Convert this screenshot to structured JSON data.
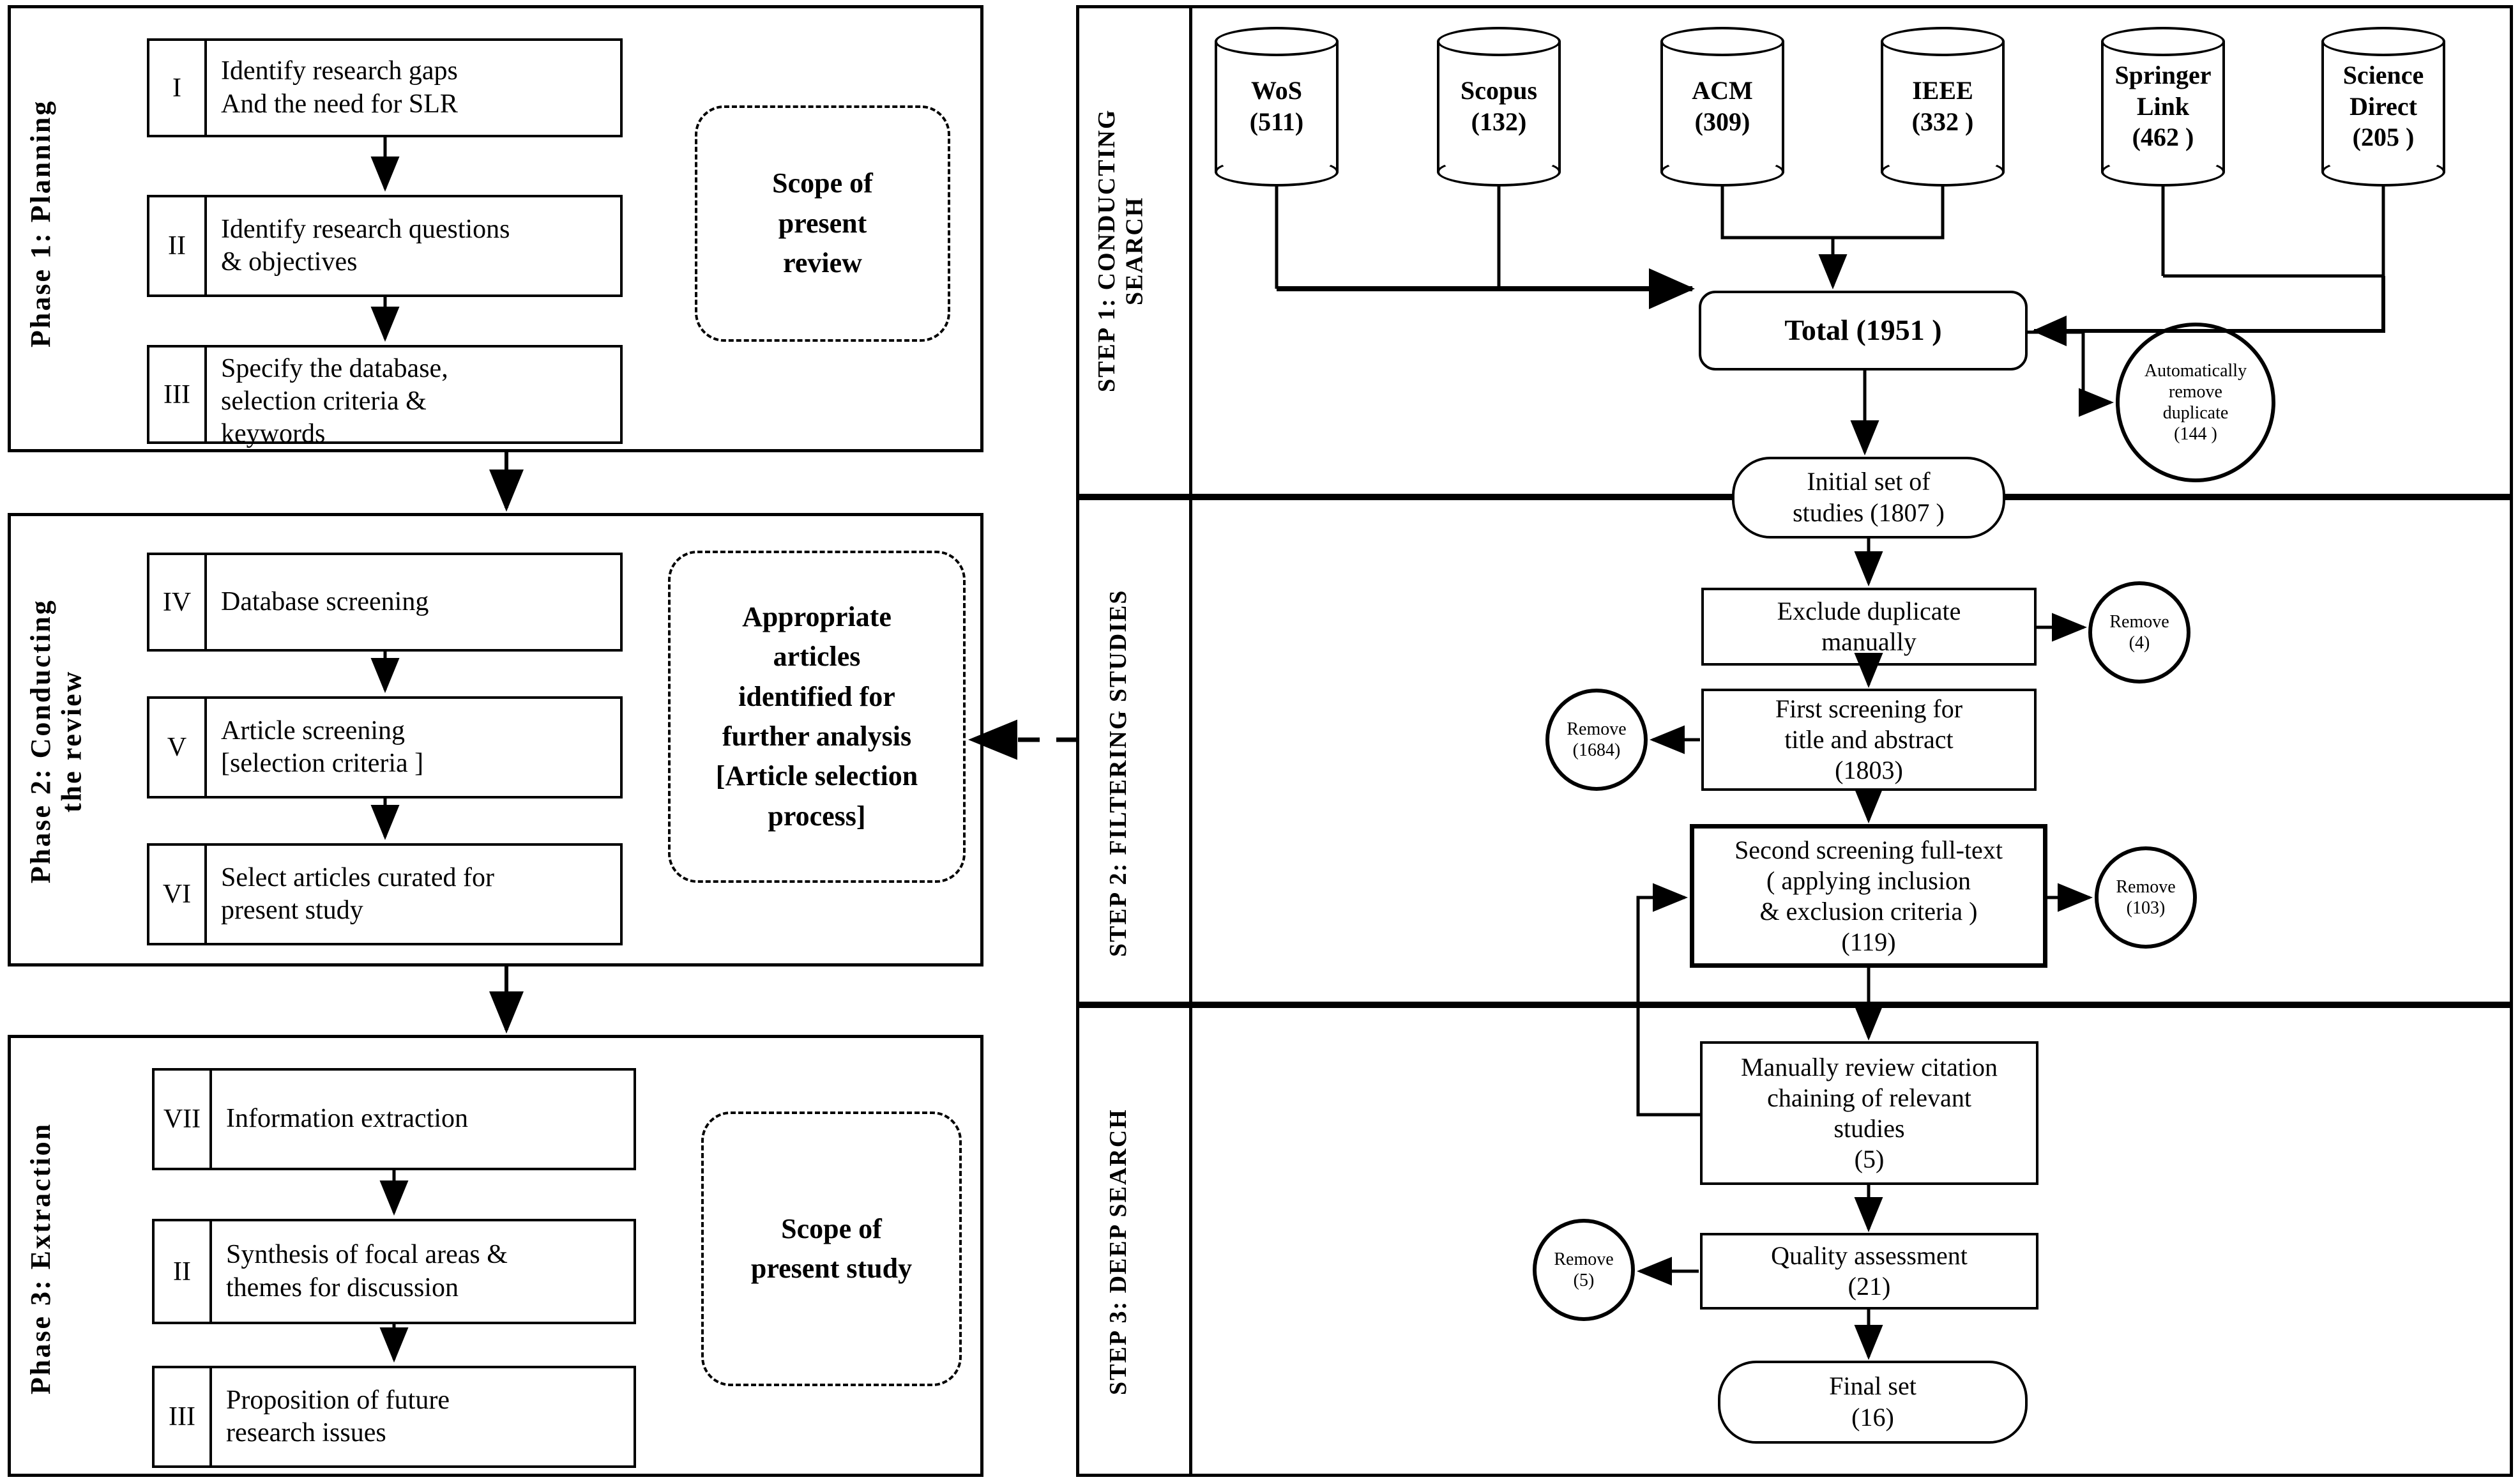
{
  "left_panel": {
    "phases": [
      {
        "label": "Phase 1: Planning",
        "steps": [
          {
            "num": "I",
            "text": "Identify research gaps\nAnd the need for SLR"
          },
          {
            "num": "II",
            "text": "Identify research questions\n& objectives"
          },
          {
            "num": "III",
            "text": "Specify the database,\nselection criteria &\nkeywords"
          }
        ],
        "scope": "Scope of\npresent\nreview"
      },
      {
        "label": "Phase 2: Conducting\nthe review",
        "steps": [
          {
            "num": "IV",
            "text": "Database screening"
          },
          {
            "num": "V",
            "text": "Article screening\n[selection criteria ]"
          },
          {
            "num": "VI",
            "text": "Select articles curated for\npresent study"
          }
        ],
        "scope": "Appropriate\narticles\nidentified for\nfurther analysis\n[Article selection\nprocess]"
      },
      {
        "label": "Phase 3: Extraction",
        "steps": [
          {
            "num": "VII",
            "text": "Information extraction"
          },
          {
            "num": "II",
            "text": "Synthesis of focal areas &\nthemes for discussion"
          },
          {
            "num": "III",
            "text": "Proposition of future\nresearch issues"
          }
        ],
        "scope": "Scope of\npresent study"
      }
    ]
  },
  "right_panel": {
    "steps": [
      {
        "label": "STEP 1: CONDUCTING\nSEARCH"
      },
      {
        "label": "STEP 2: FILTERING STUDIES"
      },
      {
        "label": "STEP 3: DEEP SEARCH"
      }
    ],
    "databases": [
      {
        "name": "WoS",
        "count": "(511)"
      },
      {
        "name": "Scopus",
        "count": "(132)"
      },
      {
        "name": "ACM",
        "count": "(309)"
      },
      {
        "name": "IEEE",
        "count": "(332 )"
      },
      {
        "name": "Springer\nLink",
        "count": "(462 )"
      },
      {
        "name": "Science\nDirect",
        "count": "(205 )"
      }
    ],
    "total_box": "Total (1951 )",
    "auto_remove_circle": "Automatically\nremove\nduplicate\n(144  )",
    "initial_set": "Initial set of\nstudies (1807 )",
    "exclude_duplicate": "Exclude duplicate\nmanually",
    "remove_4": "Remove\n(4)",
    "first_screening": "First screening  for\ntitle and abstract\n(1803)",
    "remove_1684": "Remove\n(1684)",
    "second_screening": "Second screening full-text\n( applying inclusion\n& exclusion criteria )\n(119)",
    "remove_103": "Remove\n(103)",
    "citation_chaining": "Manually review citation\nchaining of relevant\nstudies\n(5)",
    "quality_assessment": "Quality assessment\n(21)",
    "remove_5": "Remove\n(5)",
    "final_set": "Final set\n(16)"
  },
  "colors": {
    "stroke": "#000000",
    "background": "#ffffff"
  }
}
